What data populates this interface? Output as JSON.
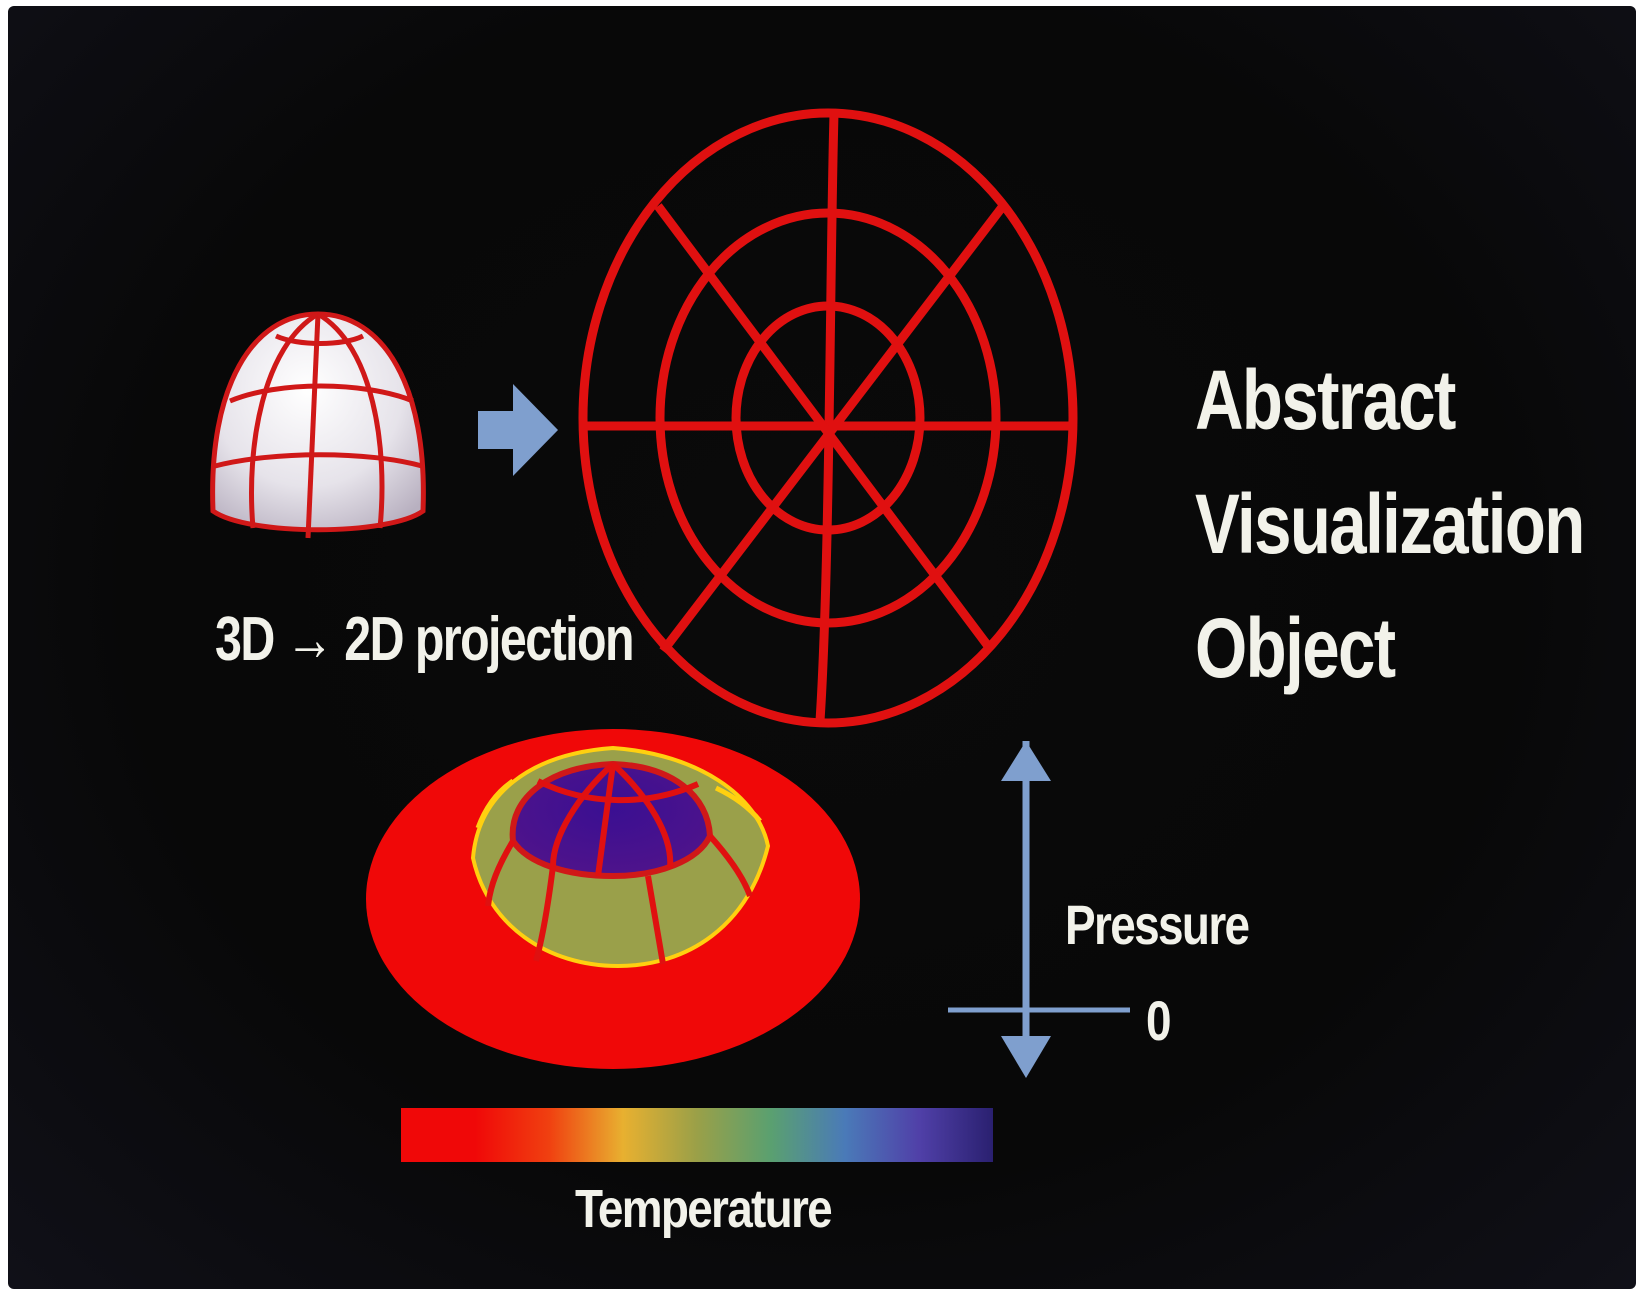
{
  "title_lines": [
    "Abstract",
    "Visualization",
    "Object"
  ],
  "projection_label": "3D → 2D projection",
  "pressure_label": "Pressure",
  "zero_label": "0",
  "temperature_label": "Temperature",
  "colors": {
    "background": "#080808",
    "grid_red": "#e01010",
    "arrow_blue": "#7f9fce",
    "text": "#f2f2ea",
    "dome_fill": "#e8e6ea",
    "temp_red": "#f00808",
    "temp_yellow_green": "#9aa04a",
    "temp_violet": "#4a148a"
  },
  "temperature_scale_colors": [
    "#f00808",
    "#f00808",
    "#f04010",
    "#e8b030",
    "#9aa048",
    "#5aa070",
    "#4a7ab8",
    "#5040a8",
    "#2a2070"
  ],
  "icons": [
    "dome-3d-icon",
    "right-arrow-icon",
    "polar-grid-icon",
    "deformed-dome-icon",
    "pressure-axis-icon",
    "temperature-colorbar-icon"
  ]
}
